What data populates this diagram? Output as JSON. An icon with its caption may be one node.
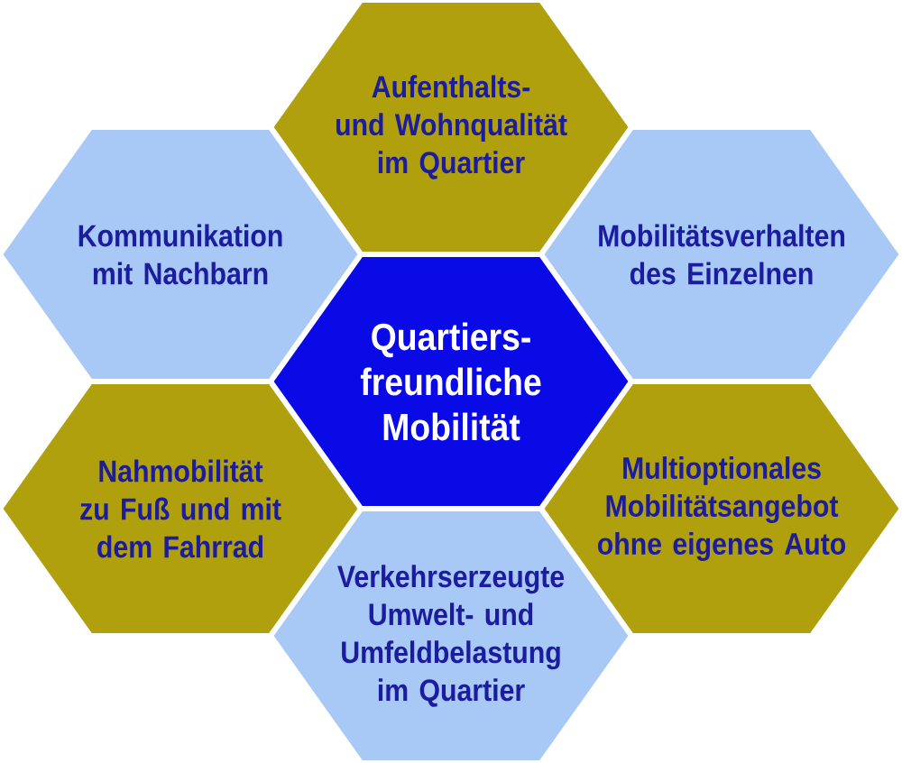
{
  "diagram": {
    "nodes": [
      {
        "text": [
          "Aufenthalts- und Wohnqualität im Quartier"
        ]
      },
      {
        "text": [
          "Kommunikation mit Nachbarn"
        ]
      },
      {
        "text": [
          "Mobilitätsverhalten des Einzelnen"
        ]
      },
      {
        "text": [
          "Quartiers- freundliche Mobilität"
        ]
      },
      {
        "text": [
          "Nahmobilität zu Fuß und mit dem Fahrrad"
        ]
      },
      {
        "text": [
          "Multioptionales Mobilitätsangebot ohne eigenes Auto"
        ]
      },
      {
        "text": [
          "Verkehrserzeugte Umwelt- und Umfeldbelastung im Quartier"
        ]
      }
    ]
  }
}
